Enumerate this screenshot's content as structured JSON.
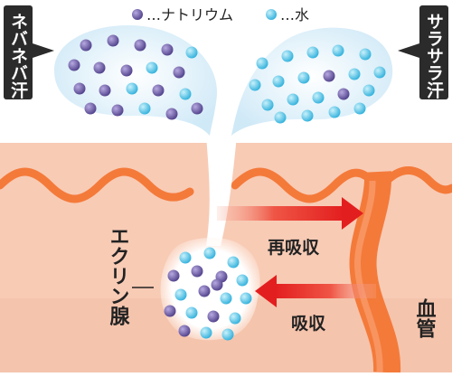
{
  "legend": {
    "sodium_label": "…ナトリウム",
    "water_label": "…水"
  },
  "labels": {
    "sticky_sweat": "ネバネバ汗",
    "smooth_sweat": "サラサラ汗",
    "eccrine_gland": "エクリン腺",
    "reabsorption": "再吸収",
    "absorption": "吸収",
    "blood_vessel": "血管"
  },
  "colors": {
    "skin": "#f8cbb5",
    "skin_dark": "#f1b49a",
    "vessel": "#f47a3a",
    "vessel_light": "#f9a070",
    "arrow": "#e62222",
    "droplet": "#dff1fb",
    "sodium": "#6e5ea5",
    "water": "#5cc8e8",
    "label_box": "#2b2b2b"
  },
  "particles": {
    "left_drop": [
      {
        "kind": "sodium"
      },
      {
        "kind": "sodium"
      },
      {
        "kind": "sodium"
      },
      {
        "kind": "sodium"
      },
      {
        "kind": "water"
      },
      {
        "kind": "sodium"
      },
      {
        "kind": "sodium"
      },
      {
        "kind": "sodium"
      },
      {
        "kind": "water"
      },
      {
        "kind": "sodium"
      },
      {
        "kind": "sodium"
      },
      {
        "kind": "sodium"
      },
      {
        "kind": "water"
      },
      {
        "kind": "sodium"
      },
      {
        "kind": "water"
      },
      {
        "kind": "sodium"
      },
      {
        "kind": "sodium"
      },
      {
        "kind": "water"
      },
      {
        "kind": "sodium"
      },
      {
        "kind": "sodium"
      }
    ],
    "right_drop": [
      {
        "kind": "water"
      },
      {
        "kind": "water"
      },
      {
        "kind": "water"
      },
      {
        "kind": "water"
      },
      {
        "kind": "water"
      },
      {
        "kind": "water"
      },
      {
        "kind": "water"
      },
      {
        "kind": "water"
      },
      {
        "kind": "sodium"
      },
      {
        "kind": "water"
      },
      {
        "kind": "water"
      },
      {
        "kind": "water"
      },
      {
        "kind": "water"
      },
      {
        "kind": "water"
      },
      {
        "kind": "sodium"
      },
      {
        "kind": "water"
      },
      {
        "kind": "water"
      },
      {
        "kind": "water"
      },
      {
        "kind": "water"
      },
      {
        "kind": "water"
      }
    ],
    "gland": [
      {
        "kind": "water"
      },
      {
        "kind": "water"
      },
      {
        "kind": "water"
      },
      {
        "kind": "sodium"
      },
      {
        "kind": "sodium"
      },
      {
        "kind": "sodium"
      },
      {
        "kind": "water"
      },
      {
        "kind": "water"
      },
      {
        "kind": "sodium"
      },
      {
        "kind": "water"
      },
      {
        "kind": "water"
      },
      {
        "kind": "sodium"
      },
      {
        "kind": "water"
      },
      {
        "kind": "sodium"
      },
      {
        "kind": "water"
      },
      {
        "kind": "sodium"
      },
      {
        "kind": "water"
      },
      {
        "kind": "water"
      },
      {
        "kind": "sodium"
      }
    ]
  }
}
